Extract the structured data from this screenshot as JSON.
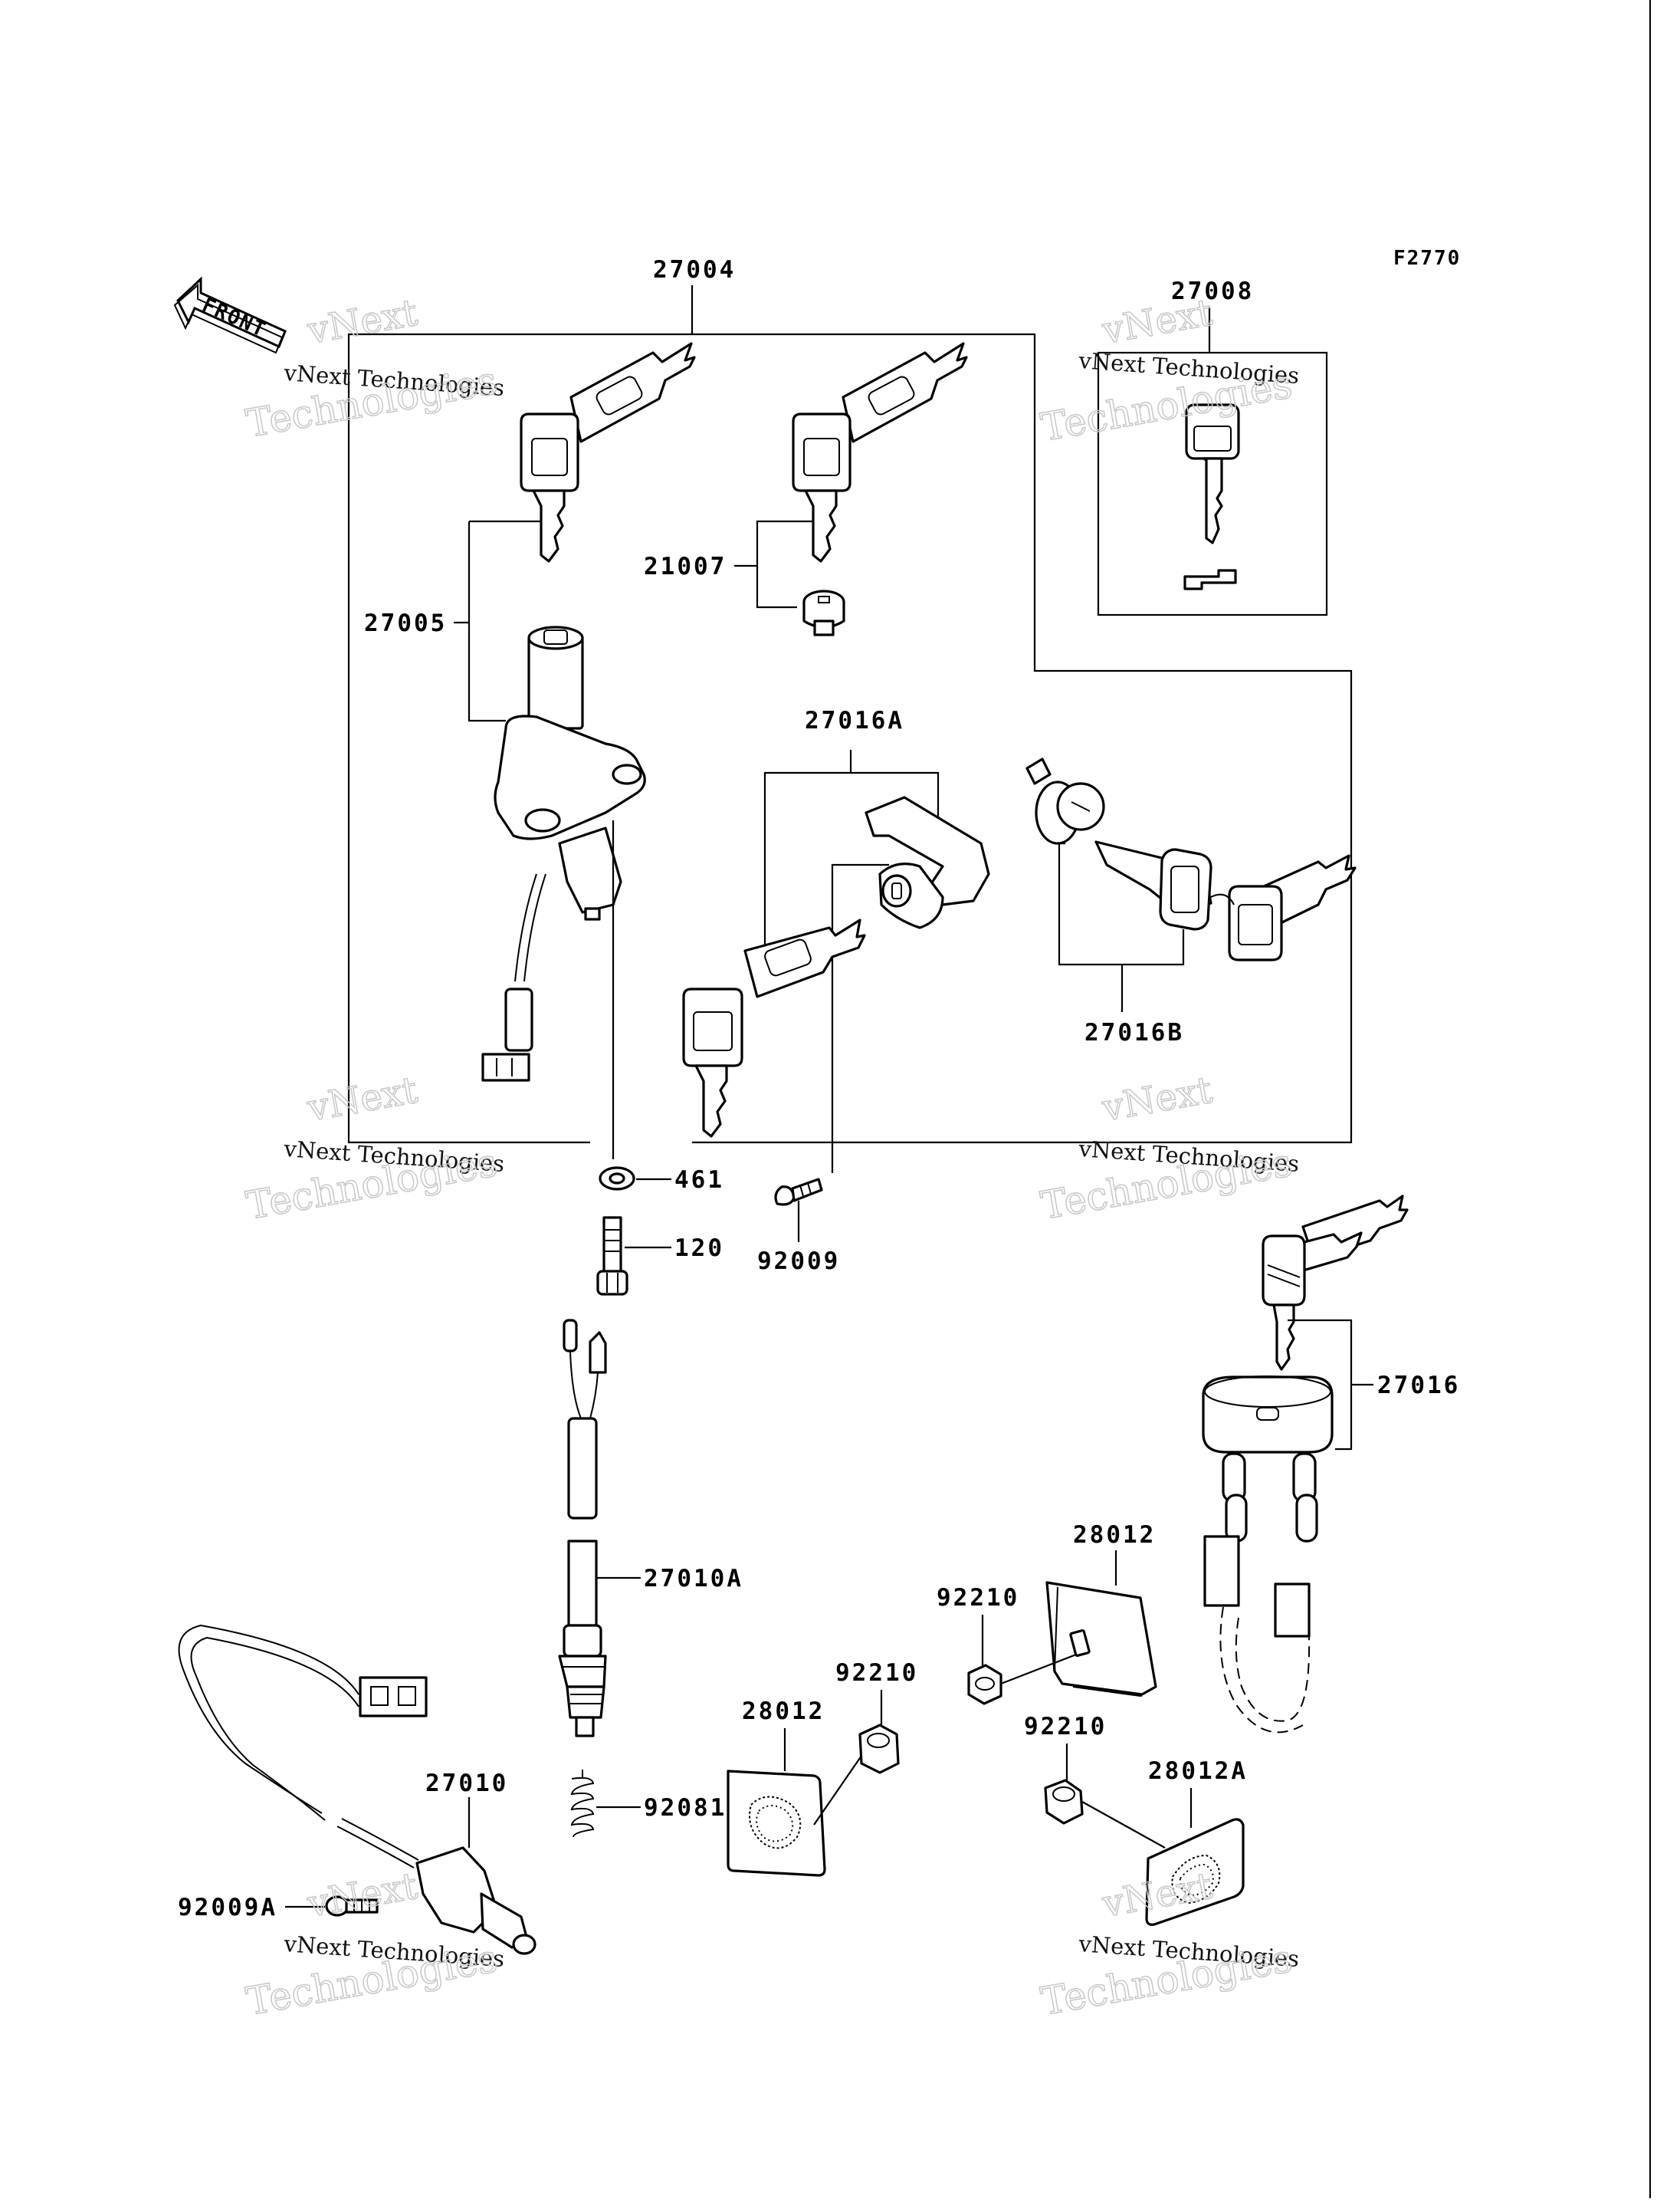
{
  "figure_code": "F2770",
  "front_arrow_text": "FRONT",
  "watermark": {
    "line1": "vNext Technologies",
    "line2": "Technologies",
    "ghost": "vNext"
  },
  "part_labels": {
    "p27004": "27004",
    "p27008": "27008",
    "p21007": "21007",
    "p27005": "27005",
    "p27016A": "27016A",
    "p27016B": "27016B",
    "p461": "461",
    "p120": "120",
    "p92009": "92009",
    "p27016": "27016",
    "p27010A": "27010A",
    "p28012_top": "28012",
    "p92210_a": "92210",
    "p92210_b": "92210",
    "p28012_left": "28012",
    "p92210_c": "92210",
    "p28012A": "28012A",
    "p27010": "27010",
    "p92081": "92081",
    "p92009A": "92009A"
  }
}
